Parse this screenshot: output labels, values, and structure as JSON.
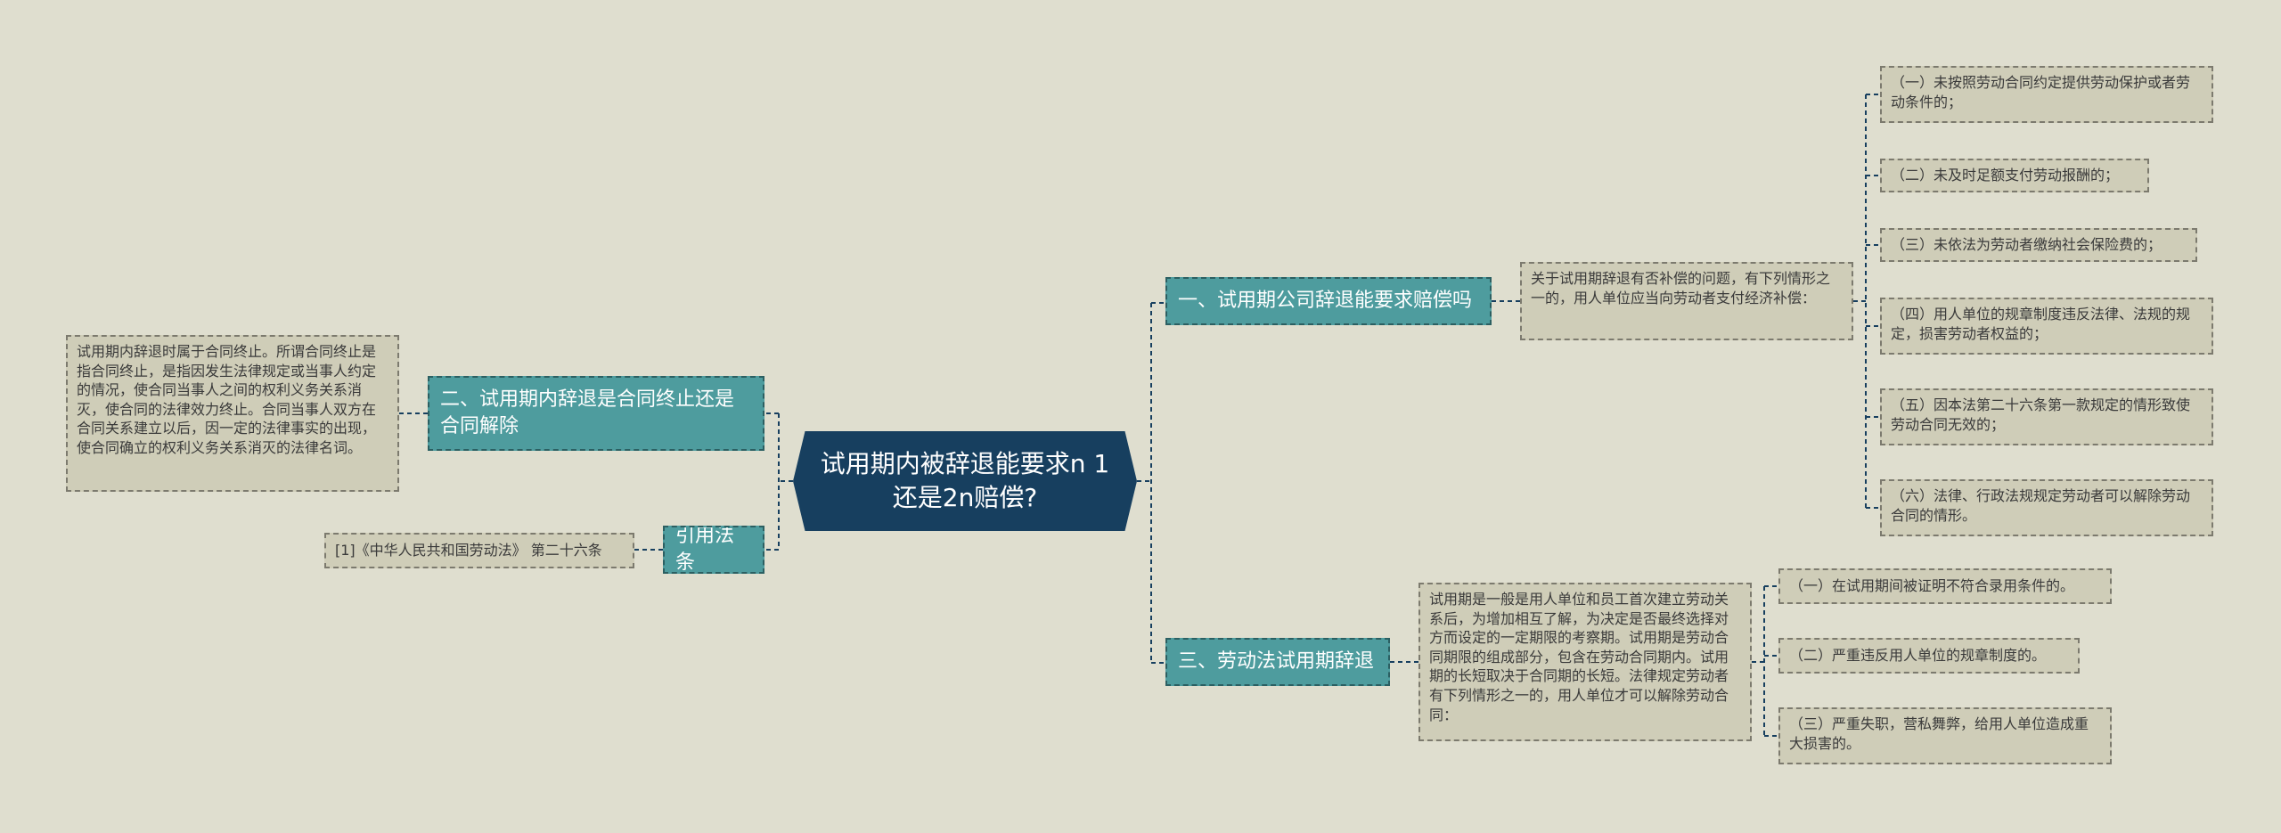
{
  "mindmap": {
    "root": {
      "label": "试用期内被辞退能要求n 1还是2n赔偿?"
    },
    "branches": [
      {
        "label": "一、试用期公司辞退能要求赔偿吗",
        "summary": "关于试用期辞退有否补偿的问题，有下列情形之一的，用人单位应当向劳动者支付经济补偿：",
        "items": [
          "（一）未按照劳动合同约定提供劳动保护或者劳动条件的；",
          "（二）未及时足额支付劳动报酬的；",
          "（三）未依法为劳动者缴纳社会保险费的；",
          "（四）用人单位的规章制度违反法律、法规的规定，损害劳动者权益的；",
          "（五）因本法第二十六条第一款规定的情形致使劳动合同无效的；",
          "（六）法律、行政法规规定劳动者可以解除劳动合同的情形。"
        ]
      },
      {
        "label": "三、劳动法试用期辞退",
        "summary": "试用期是一般是用人单位和员工首次建立劳动关系后，为增加相互了解，为决定是否最终选择对方而设定的一定期限的考察期。试用期是劳动合同期限的组成部分，包含在劳动合同期内。试用期的长短取决于合同期的长短。法律规定劳动者有下列情形之一的，用人单位才可以解除劳动合同：",
        "items": [
          "（一）在试用期间被证明不符合录用条件的。",
          "（二）严重违反用人单位的规章制度的。",
          "（三）严重失职，营私舞弊，给用人单位造成重大损害的。"
        ]
      },
      {
        "label": "二、试用期内辞退是合同终止还是合同解除",
        "detail": "试用期内辞退时属于合同终止。所谓合同终止是指合同终止，是指因发生法律规定或当事人约定的情况，使合同当事人之间的权利义务关系消灭，使合同的法律效力终止。合同当事人双方在合同关系建立以后，因一定的法律事实的出现，使合同确立的权利义务关系消灭的法律名词。"
      },
      {
        "label": "引用法条",
        "detail": "[1]《中华人民共和国劳动法》 第二十六条"
      }
    ]
  },
  "colors": {
    "background": "#dfdecf",
    "root": "#173f5f",
    "branch": "#4e9c9e",
    "detail": "#cfcdb8",
    "connector": "#173f5f"
  }
}
